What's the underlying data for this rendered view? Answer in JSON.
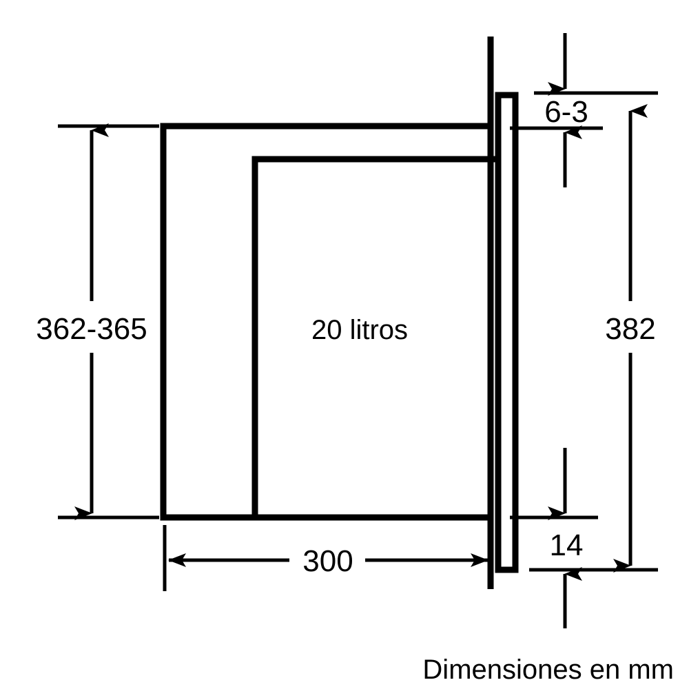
{
  "drawing": {
    "title": "Microwave built-in dimension drawing",
    "units_caption": "Dimensiones en mm",
    "stroke_color": "#000000",
    "background_color": "#ffffff",
    "capacity_label": "20 litros",
    "dimensions": {
      "height_niche": "362-365",
      "depth_total": "382",
      "width": "300",
      "front_overhang": "6-3",
      "bottom_offset": "14"
    },
    "labels": [
      {
        "name": "height-niche",
        "value": "362-365",
        "orientation": "vertical",
        "side": "left"
      },
      {
        "name": "capacity",
        "value": "20 litros",
        "orientation": "horizontal",
        "side": "center"
      },
      {
        "name": "front-overhang",
        "value": "6-3",
        "orientation": "vertical",
        "side": "right-top"
      },
      {
        "name": "depth-total",
        "value": "382",
        "orientation": "vertical",
        "side": "right"
      },
      {
        "name": "bottom-offset",
        "value": "14",
        "orientation": "vertical",
        "side": "right-bottom"
      },
      {
        "name": "width",
        "value": "300",
        "orientation": "horizontal",
        "side": "bottom"
      },
      {
        "name": "units-caption",
        "value": "Dimensiones en mm",
        "orientation": "horizontal",
        "side": "bottom-right"
      }
    ]
  }
}
